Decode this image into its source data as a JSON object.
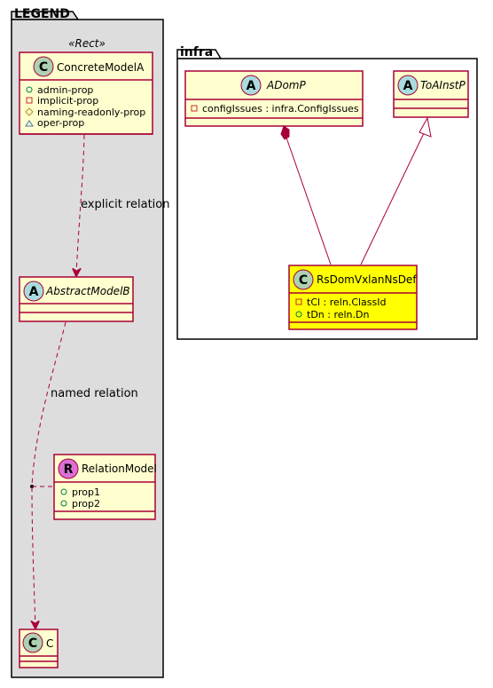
{
  "colors": {
    "class_fill": "#FEFECE",
    "class_border": "#A80036",
    "highlight_fill": "#FFFF00",
    "legend_bg": "#DDDDDD",
    "circle_class": "#ADD1B2",
    "circle_abstract": "#A9DCDF",
    "circle_relation": "#DA70D6"
  },
  "legend": {
    "title": "LEGEND",
    "stereotype": "«Rect»",
    "concrete_model": {
      "letter": "C",
      "name": "ConcreteModelA",
      "members": [
        {
          "visibility": "public",
          "text": "admin-prop"
        },
        {
          "visibility": "private",
          "text": "implicit-prop"
        },
        {
          "visibility": "protected",
          "text": "naming-readonly-prop"
        },
        {
          "visibility": "package",
          "text": "oper-prop"
        }
      ]
    },
    "explicit_relation_label": "explicit relation",
    "abstract_model": {
      "letter": "A",
      "name": "AbstractModelB"
    },
    "named_relation_label": "named relation",
    "relation_model": {
      "letter": "R",
      "name": "RelationModel",
      "members": [
        {
          "visibility": "public",
          "text": "prop1"
        },
        {
          "visibility": "public",
          "text": "prop2"
        }
      ]
    },
    "c_model": {
      "letter": "C",
      "name": "C"
    }
  },
  "infra": {
    "title": "infra",
    "adomp": {
      "letter": "A",
      "name": "ADomP",
      "members": [
        {
          "visibility": "private",
          "text": "configIssues : infra.ConfigIssues"
        }
      ]
    },
    "toainstp": {
      "letter": "A",
      "name": "ToAInstP"
    },
    "rsdom": {
      "letter": "C",
      "name": "RsDomVxlanNsDef",
      "members": [
        {
          "visibility": "private",
          "text": "tCl : reln.ClassId"
        },
        {
          "visibility": "public",
          "text": "tDn : reln.Dn"
        }
      ]
    }
  }
}
